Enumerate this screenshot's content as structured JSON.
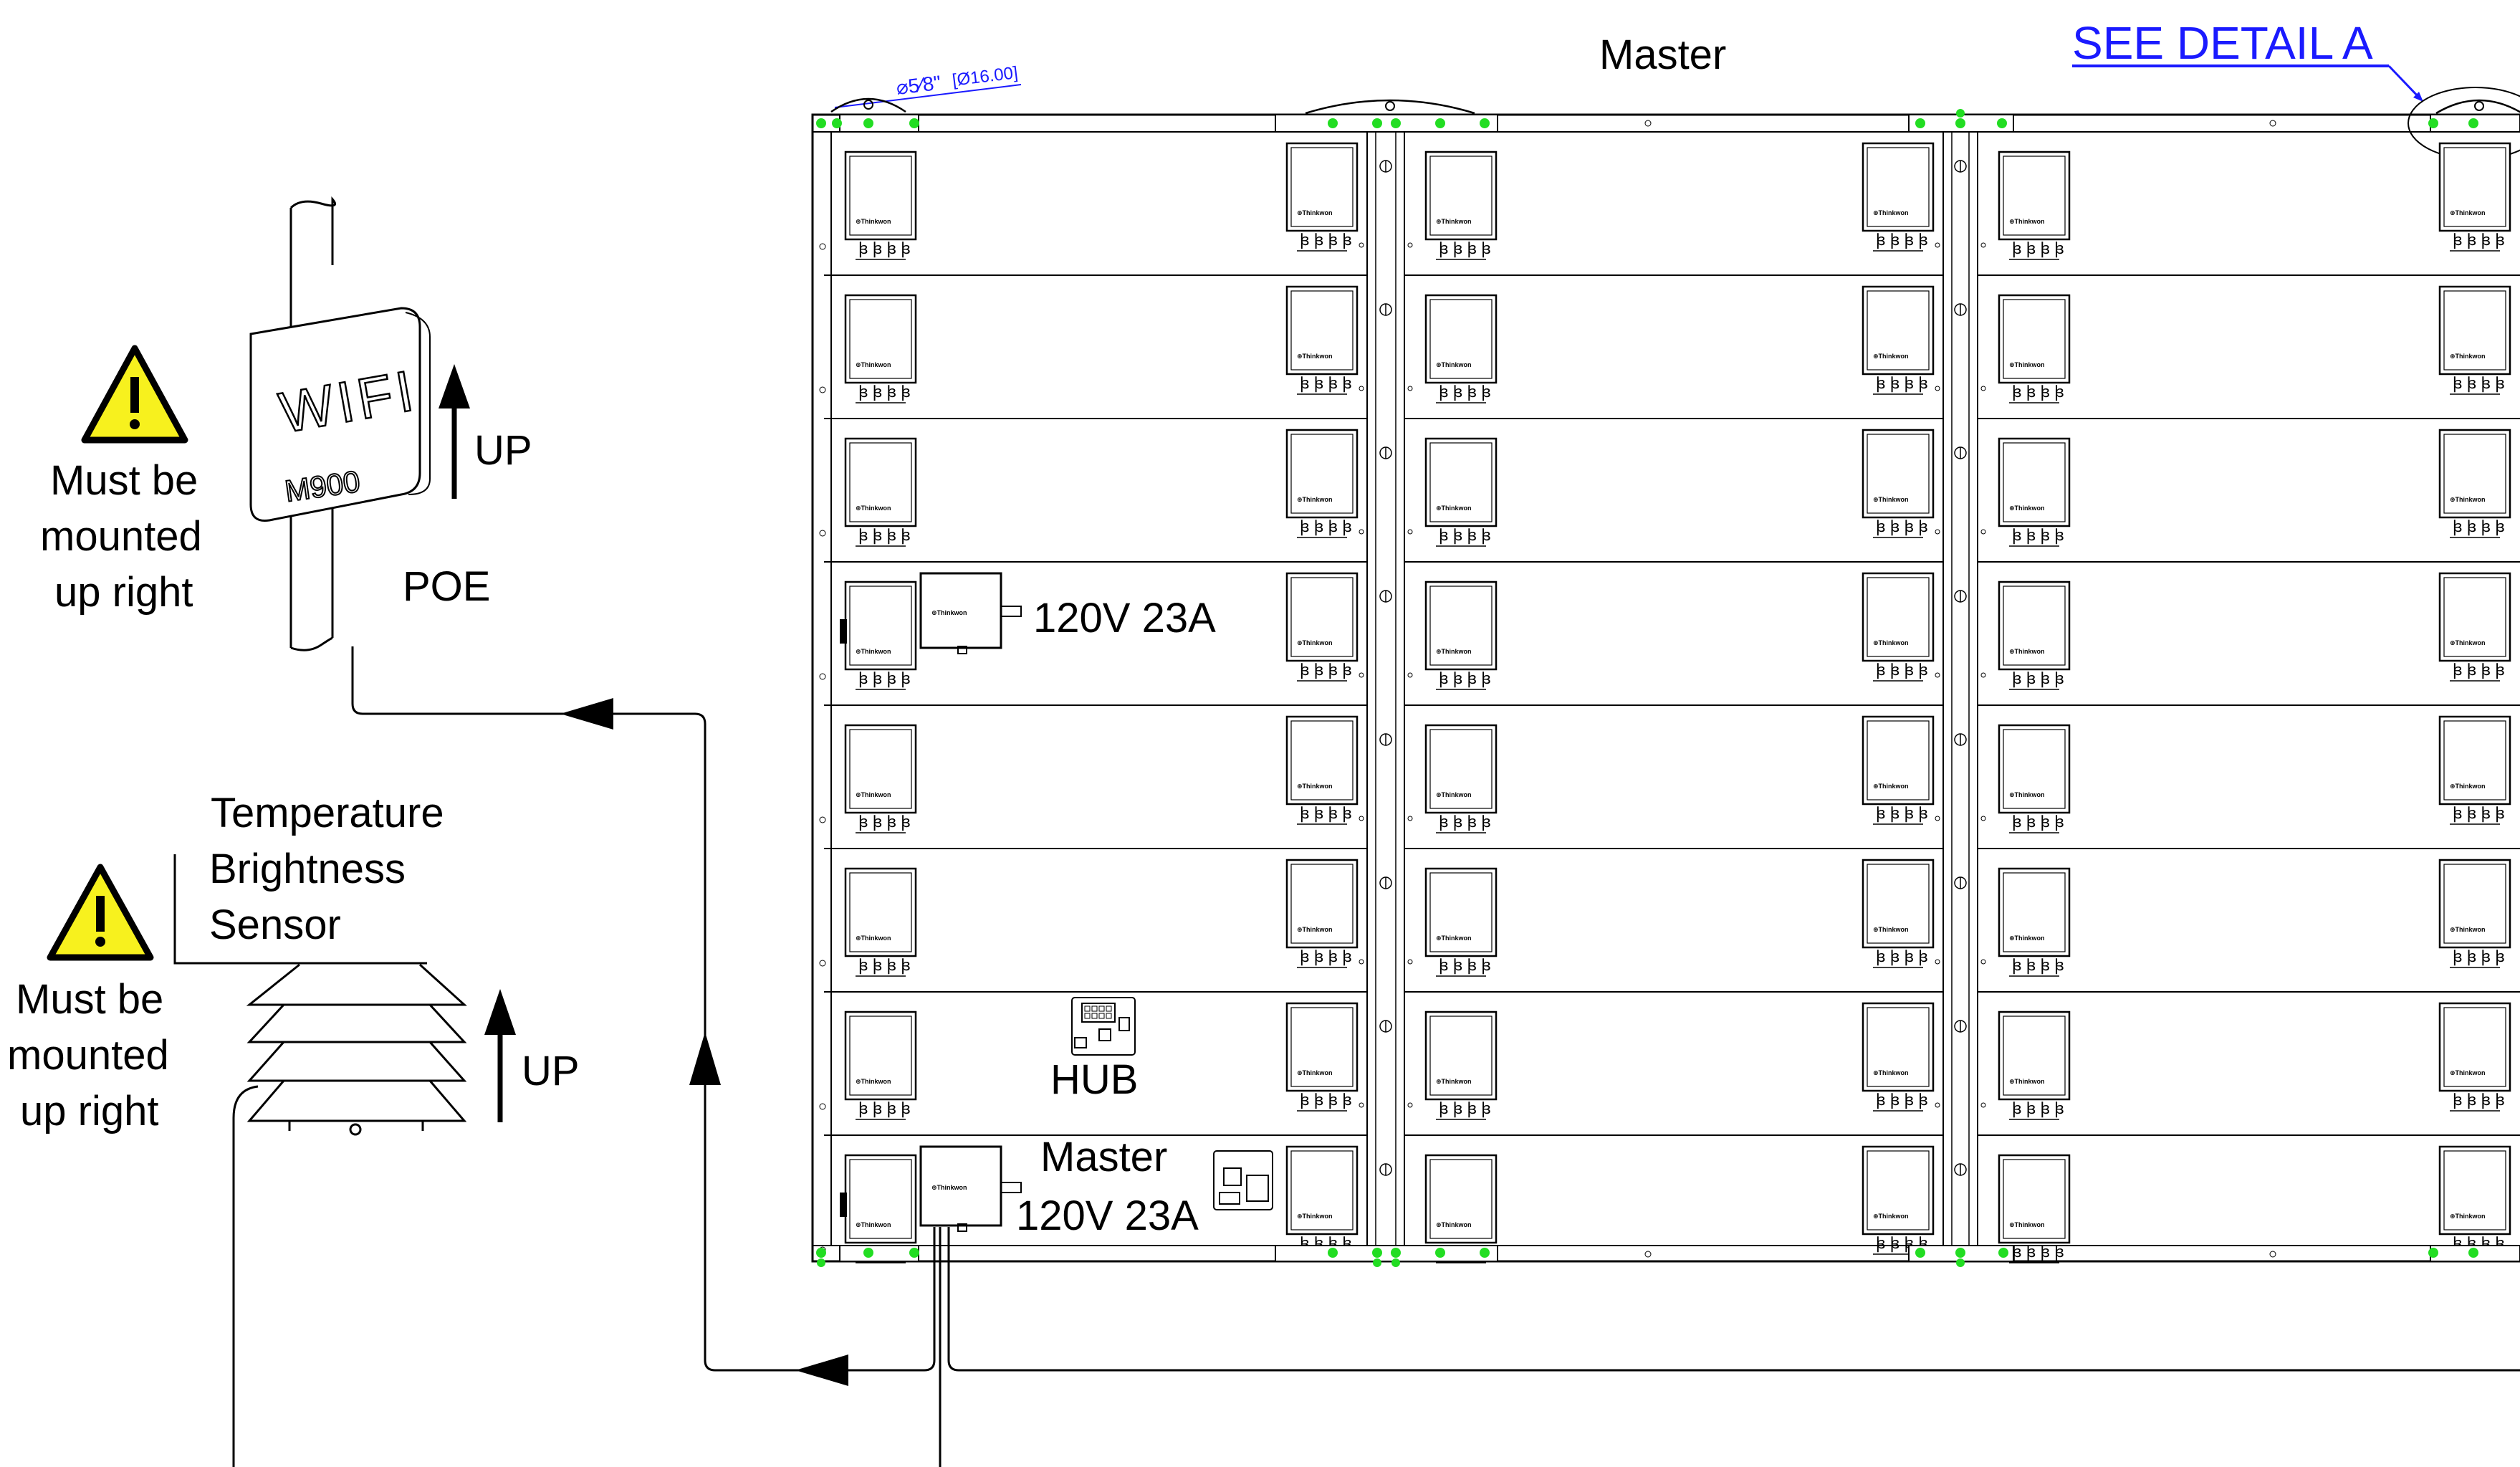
{
  "top": {
    "master_title": "Master",
    "detail_link": "SEE DETAIL A",
    "dimension": {
      "main": "⌀5⁄8\"",
      "sub": "[Ø16.00]"
    }
  },
  "wifi": {
    "device_top": "WIFI",
    "device_model": "M900",
    "up_label": "UP",
    "poe_label": "POE",
    "warning": [
      "Must be",
      "mounted",
      "up right"
    ]
  },
  "sensor": {
    "title": [
      "Temperature",
      "Brightness",
      "Sensor"
    ],
    "up_label": "UP",
    "warning": [
      "Must be",
      "mounted",
      "up right"
    ]
  },
  "panel": {
    "rows": 8,
    "columns": 3,
    "module_brand": "⊕Thinkwon",
    "heat_mark": "ꟓ ꟓ ꟓ ꟓ",
    "power_label_row4": "120V 23A",
    "hub_label": "HUB",
    "master_label": "Master",
    "power_label_master": "120V 23A"
  },
  "colors": {
    "link": "#1a1aff",
    "warning_fill": "#f7f11e",
    "fixing_point": "#22dd22",
    "line": "#000000"
  }
}
